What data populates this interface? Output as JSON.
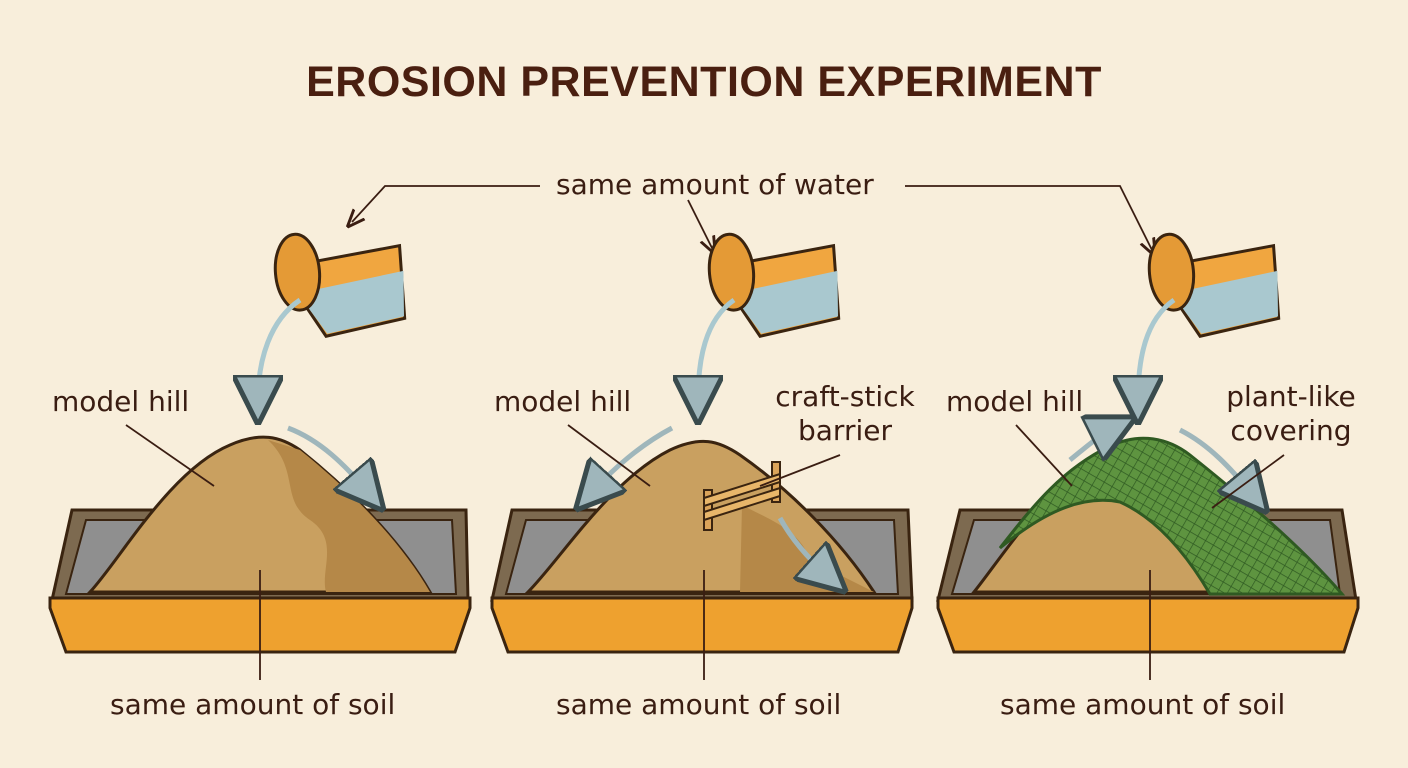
{
  "title": "EROSION PREVENTION EXPERIMENT",
  "water_label": "same amount of water",
  "setups": [
    {
      "hill_label": "model hill",
      "soil_label": "same amount of soil",
      "extra_label": ""
    },
    {
      "hill_label": "model hill",
      "soil_label": "same amount of soil",
      "extra_label_line1": "craft-stick",
      "extra_label_line2": "barrier"
    },
    {
      "hill_label": "model hill",
      "soil_label": "same amount of soil",
      "extra_label_line1": "plant-like",
      "extra_label_line2": "covering"
    }
  ],
  "colors": {
    "background": "#f8eedb",
    "title": "#4a1f10",
    "tray": "#eea12f",
    "tray_outline": "#7a3e12",
    "soil": "#c9a060",
    "soil_dark": "#b58848",
    "water": "#a9c8cf",
    "cup": "#f0a640",
    "arrow": "#9fb6bb",
    "covering": "#5e9440"
  },
  "icons": [
    "cup-icon",
    "water-stream-icon",
    "tray-icon",
    "soil-hill-icon",
    "barrier-icon",
    "plant-covering-icon",
    "arrow-icon"
  ]
}
